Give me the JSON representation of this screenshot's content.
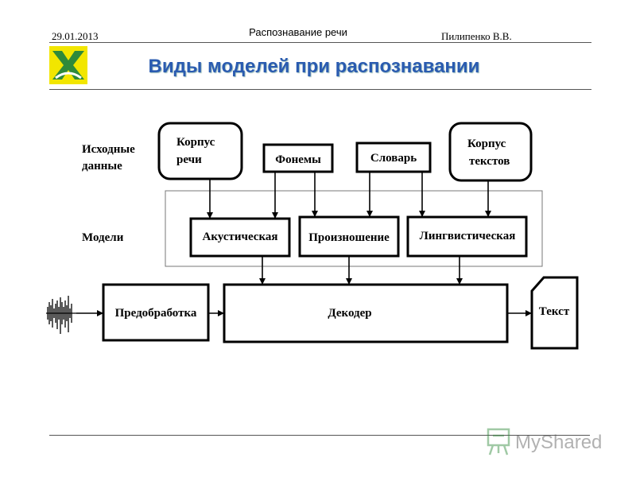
{
  "header": {
    "date": "29.01.2013",
    "topic": "Распознавание речи",
    "author": "Пилипенко В.В."
  },
  "slide": {
    "title": "Виды моделей при распознавании"
  },
  "diagram": {
    "side_labels": {
      "source_line1": "Исходные",
      "source_line2": "данные",
      "models": "Модели"
    },
    "inputs": {
      "speech_corpus_line1": "Корпус",
      "speech_corpus_line2": "речи",
      "phonemes": "Фонемы",
      "dictionary": "Словарь",
      "text_corpus_line1": "Корпус",
      "text_corpus_line2": "текстов"
    },
    "models": {
      "acoustic": "Акустическая",
      "pronunciation": "Произношение",
      "linguistic": "Лингвистическая"
    },
    "pipeline": {
      "preprocessing": "Предобработка",
      "decoder": "Декодер",
      "output": "Текст"
    }
  },
  "watermark": {
    "text": "MyShared"
  },
  "colors": {
    "title": "#2a5bb0",
    "logo_bg": "#f2e600",
    "logo_mark": "#2f8a3a"
  }
}
